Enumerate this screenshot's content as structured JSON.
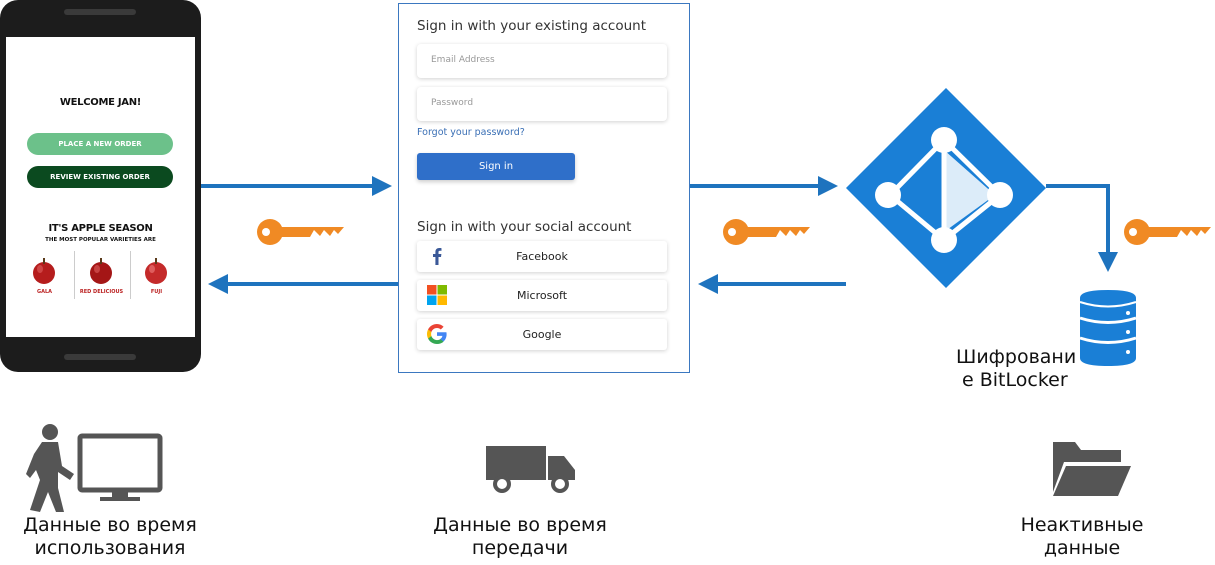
{
  "phone": {
    "welcome": "WELCOME JAN!",
    "place_order": "PLACE A NEW ORDER",
    "review_order": "REVIEW  EXISTING  ORDER",
    "season_title": "IT'S APPLE SEASON",
    "season_subtitle": "THE MOST POPULAR VARIETIES ARE",
    "apples": [
      "GALA",
      "RED DELICIOUS",
      "FUJI"
    ]
  },
  "signin": {
    "existing_heading": "Sign in with your existing account",
    "email_placeholder": "Email Address",
    "password_placeholder": "Password",
    "forgot_link": "Forgot your password?",
    "signin_button": "Sign in",
    "social_heading": "Sign in with your social account",
    "social_buttons": [
      "Facebook",
      "Microsoft",
      "Google"
    ]
  },
  "storage": {
    "label_line1": "Шифровани",
    "label_line2": "е BitLocker"
  },
  "captions": {
    "in_use": [
      "Данные во время",
      "использования"
    ],
    "in_transit": [
      "Данные во время",
      "передачи"
    ],
    "at_rest": [
      "Неактивные",
      "данные"
    ]
  },
  "colors": {
    "arrow": "#1e73be",
    "key": "#f08a24",
    "azure": "#1a7fd6",
    "icon_gray": "#555555"
  },
  "icons": [
    "key-icon",
    "azure-ad-icon",
    "database-icon",
    "person-at-computer-icon",
    "truck-icon",
    "folder-icon"
  ]
}
